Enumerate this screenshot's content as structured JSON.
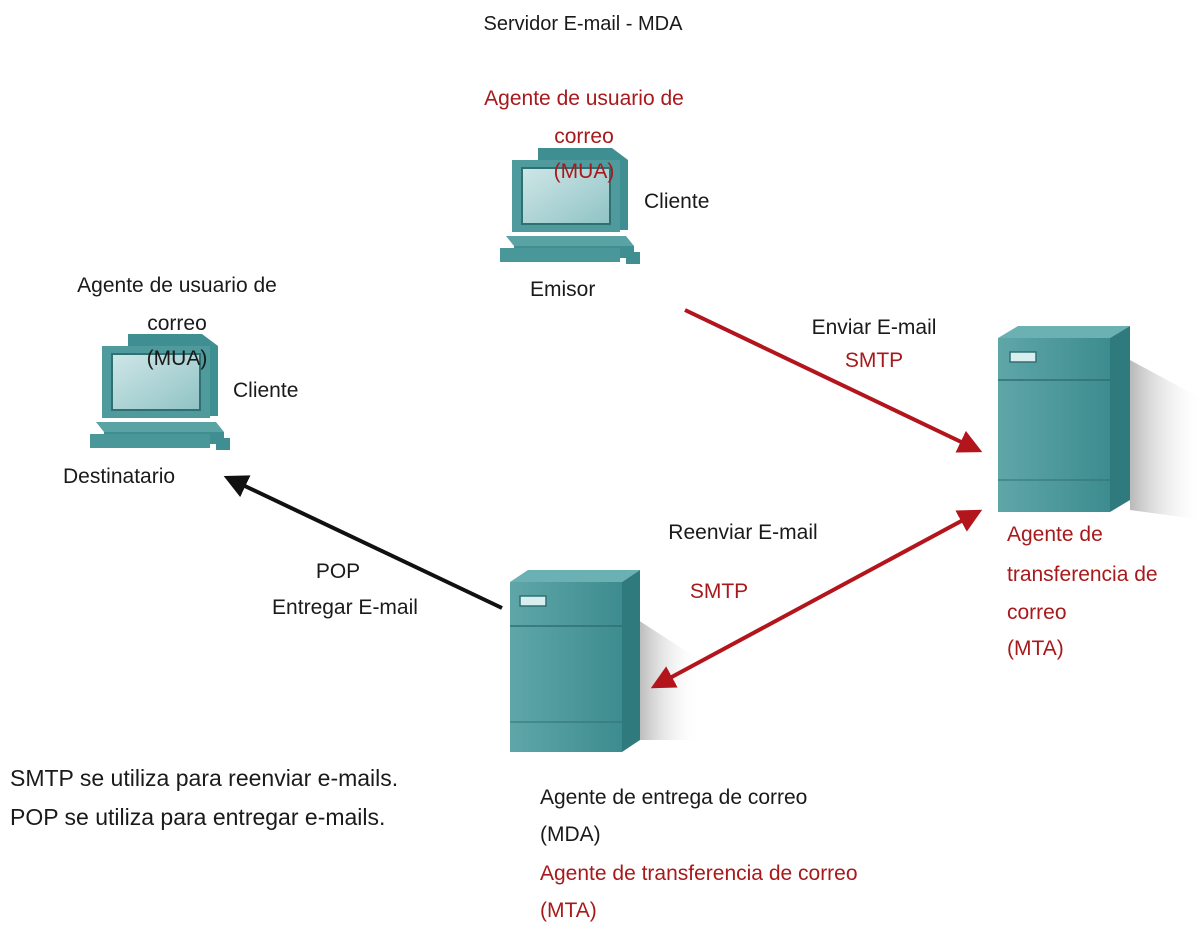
{
  "title": "Servidor E-mail - MDA",
  "sender": {
    "mua_line1": "Agente de usuario de",
    "mua_line2": "correo",
    "mua_line3": "(MUA)",
    "client": "Cliente",
    "name": "Emisor"
  },
  "recipient": {
    "mua_line1": "Agente de usuario de",
    "mua_line2": "correo",
    "mua_line3": "(MUA)",
    "client": "Cliente",
    "name": "Destinatario"
  },
  "send_arrow": {
    "action": "Enviar E-mail",
    "protocol": "SMTP"
  },
  "forward_arrow": {
    "action": "Reenviar E-mail",
    "protocol": "SMTP"
  },
  "deliver_arrow": {
    "protocol": "POP",
    "action": "Entregar E-mail"
  },
  "mta_server": {
    "line1": "Agente de",
    "line2": "transferencia de",
    "line3": "correo",
    "line4": "(MTA)"
  },
  "mda_server": {
    "line1": "Agente de entrega de correo",
    "line2": "(MDA)",
    "line3": "Agente de transferencia de correo",
    "line4": "(MTA)"
  },
  "notes": {
    "line1": "SMTP se utiliza para reenviar e-mails.",
    "line2": "POP se utiliza para entregar e-mails."
  },
  "colors": {
    "red_text": "#a8191c",
    "red_arrow": "#b3151c",
    "black_arrow": "#111111",
    "device_teal": "#3f8e91"
  }
}
